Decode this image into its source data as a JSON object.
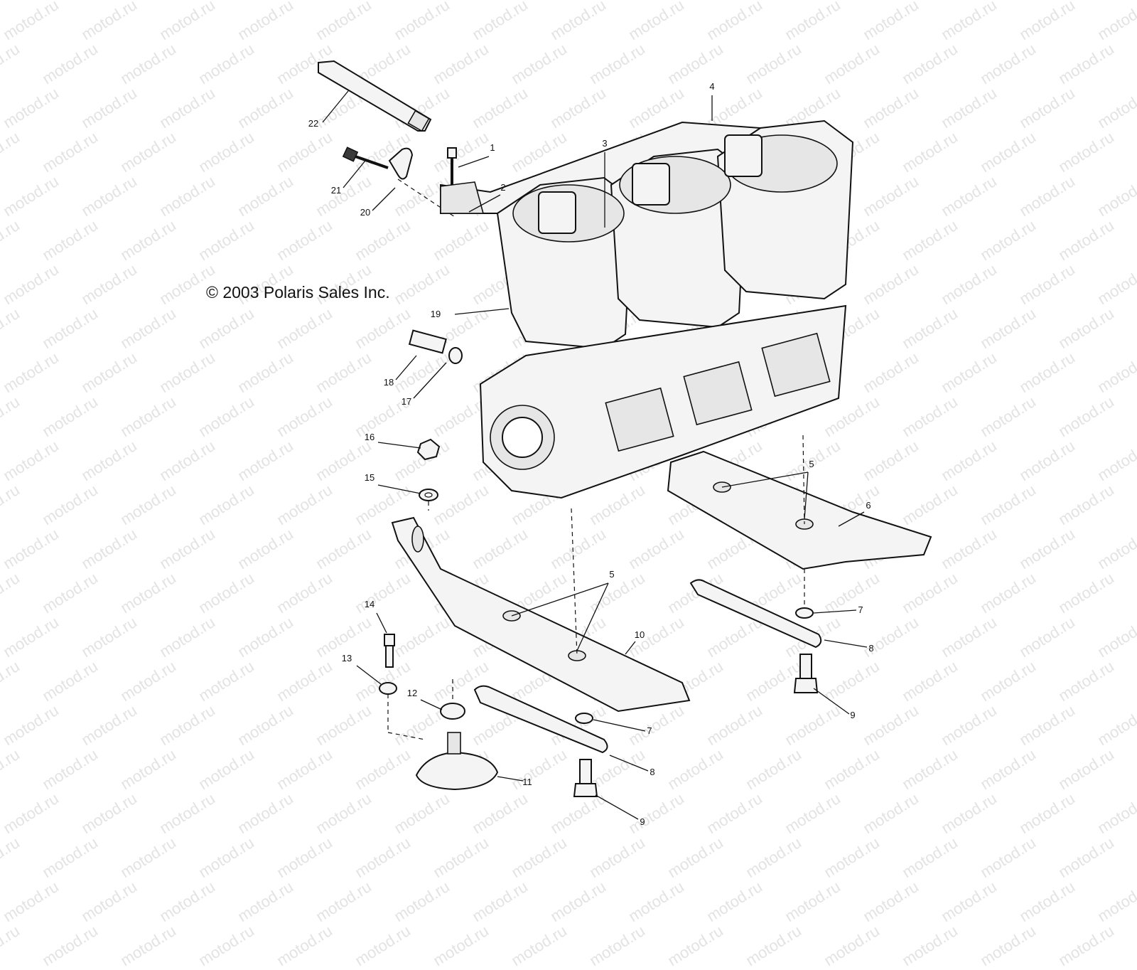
{
  "watermark": "motod.ru",
  "copyright": "© 2003 Polaris Sales Inc.",
  "callouts": [
    "1",
    "2",
    "3",
    "4",
    "5",
    "5",
    "6",
    "7",
    "7",
    "8",
    "8",
    "9",
    "9",
    "10",
    "11",
    "12",
    "13",
    "14",
    "15",
    "16",
    "17",
    "18",
    "19",
    "20",
    "21",
    "22"
  ]
}
